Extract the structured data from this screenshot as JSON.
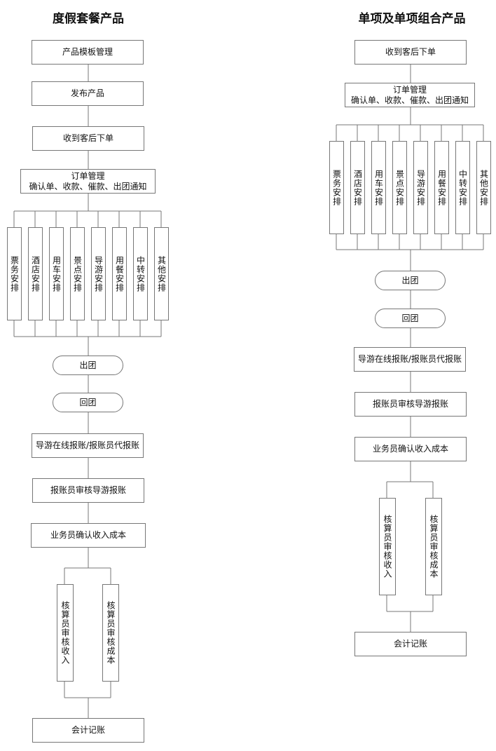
{
  "left": {
    "title": "度假套餐产品",
    "steps": [
      "产品模板管理",
      "发布产品",
      "收到客后下单",
      "订单管理\n确认单、收款、催款、出团通知"
    ],
    "arrangements": [
      "票务安排",
      "酒店安排",
      "用车安排",
      "景点安排",
      "导游安排",
      "用餐安排",
      "中转安排",
      "其他安排"
    ],
    "tour": [
      "出团",
      "回团"
    ],
    "settle": [
      "导游在线报账/报账员代报账",
      "报账员审核导游报账",
      "业务员确认收入成本"
    ],
    "audit": [
      "核算员审核收入",
      "核算员审核成本"
    ],
    "final": "会计记账"
  },
  "right": {
    "title": "单项及单项组合产品",
    "steps": [
      "收到客后下单",
      "订单管理\n确认单、收款、催款、出团通知"
    ],
    "arrangements": [
      "票务安排",
      "酒店安排",
      "用车安排",
      "景点安排",
      "导游安排",
      "用餐安排",
      "中转安排",
      "其他安排"
    ],
    "tour": [
      "出团",
      "回团"
    ],
    "settle": [
      "导游在线报账/报账员代报账",
      "报账员审核导游报账",
      "业务员确认收入成本"
    ],
    "audit": [
      "核算员审核收入",
      "核算员审核成本"
    ],
    "final": "会计记账"
  }
}
